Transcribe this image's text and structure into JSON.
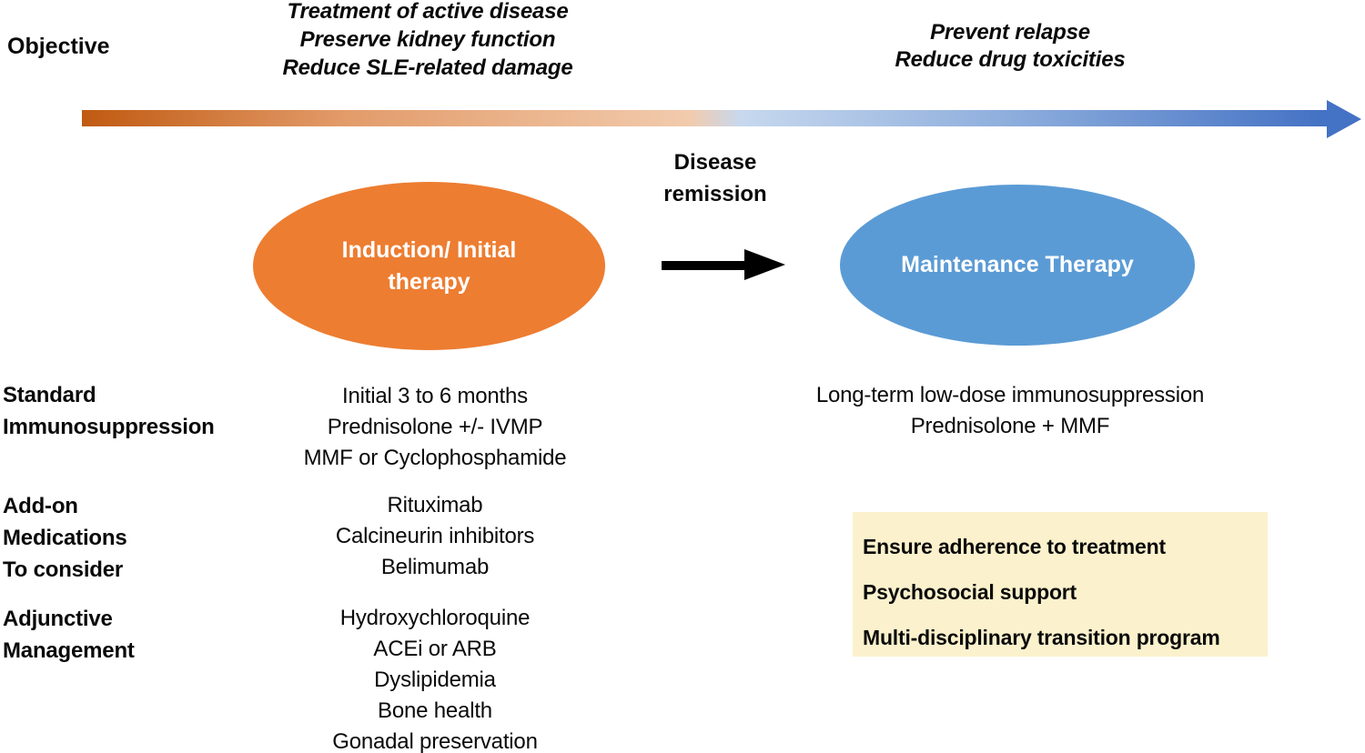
{
  "objective": {
    "label": "Objective"
  },
  "goals": {
    "induction": [
      "Treatment of active disease",
      "Preserve kidney function",
      "Reduce SLE-related damage"
    ],
    "maintenance": [
      "Prevent relapse",
      "Reduce drug toxicities"
    ]
  },
  "timeline": {
    "remission_label": [
      "Disease",
      "remission"
    ],
    "gradient_colors": {
      "start": "#C05A11",
      "warm_mid": "#E29A68",
      "warm_light": "#F2CBAD",
      "cool_light": "#C7D8EE",
      "cool_mid": "#8FAFDD",
      "end": "#4472C4"
    },
    "transition_arrow_color": "#000000"
  },
  "phases": {
    "induction": {
      "lines": [
        "Induction/ Initial",
        "therapy"
      ],
      "fill": "#ED7D31",
      "text_color": "#FFFFFF"
    },
    "maintenance": {
      "label": "Maintenance Therapy",
      "fill": "#5B9BD5",
      "text_color": "#FFFFFF"
    }
  },
  "rows": {
    "standard": {
      "label": [
        "Standard",
        "Immunosuppression"
      ],
      "induction": [
        "Initial 3 to 6 months",
        "Prednisolone +/- IVMP",
        "MMF or Cyclophosphamide"
      ],
      "maintenance": [
        "Long-term low-dose immunosuppression",
        "Prednisolone + MMF"
      ]
    },
    "addon": {
      "label": [
        "Add-on",
        "Medications",
        "To consider"
      ],
      "induction": [
        "Rituximab",
        "Calcineurin inhibitors",
        "Belimumab"
      ]
    },
    "adjunctive": {
      "label": [
        "Adjunctive",
        "Management"
      ],
      "induction": [
        "Hydroxychloroquine",
        "ACEi or ARB",
        "Dyslipidemia",
        "Bone health",
        "Gonadal preservation"
      ]
    }
  },
  "maintenance_box": {
    "fill": "#FBF1CC",
    "lines": [
      "Ensure adherence to treatment",
      "Psychosocial support",
      "Multi-disciplinary transition program"
    ]
  }
}
